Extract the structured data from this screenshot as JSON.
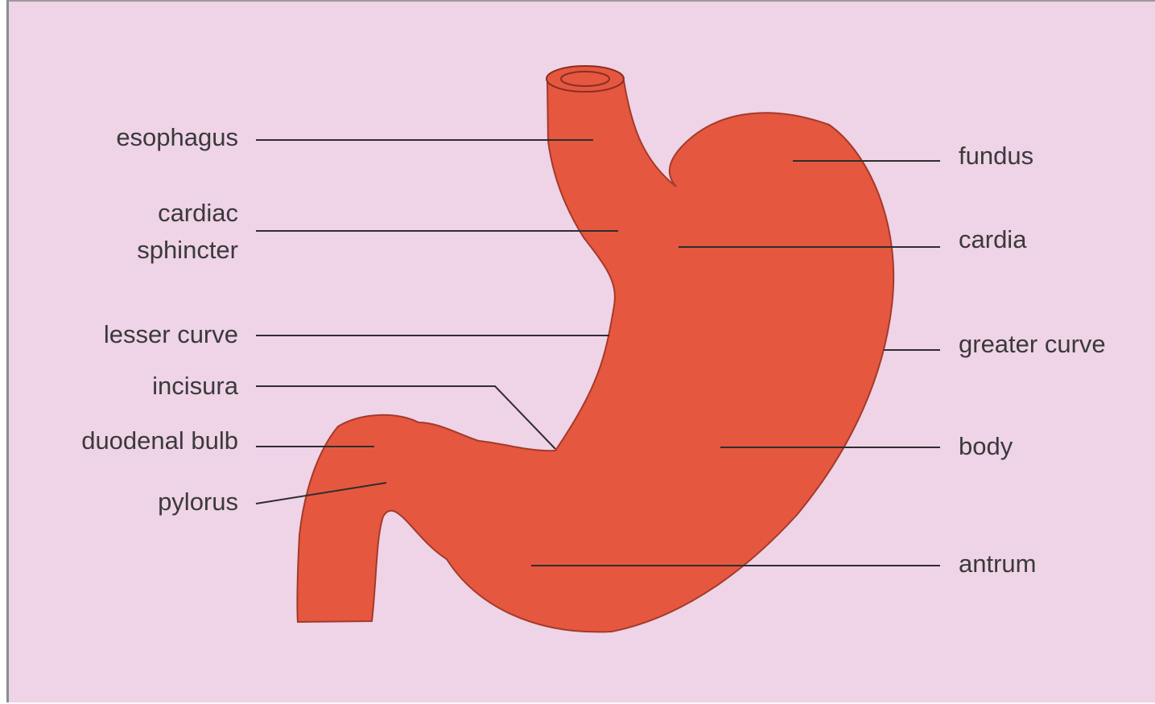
{
  "colors": {
    "background": "#efd3e7",
    "organ": "#e6573f",
    "organ_outline": "#a33a2a",
    "text": "#3a3a3a"
  },
  "labels": {
    "esophagus": "esophagus",
    "cardiac_1": "cardiac",
    "cardiac_2": "sphincter",
    "lesser_curve": "lesser curve",
    "incisura": "incisura",
    "duodenal_bulb": "duodenal bulb",
    "pylorus": "pylorus",
    "fundus": "fundus",
    "cardia": "cardia",
    "greater_curve": "greater curve",
    "body": "body",
    "antrum": "antrum"
  }
}
